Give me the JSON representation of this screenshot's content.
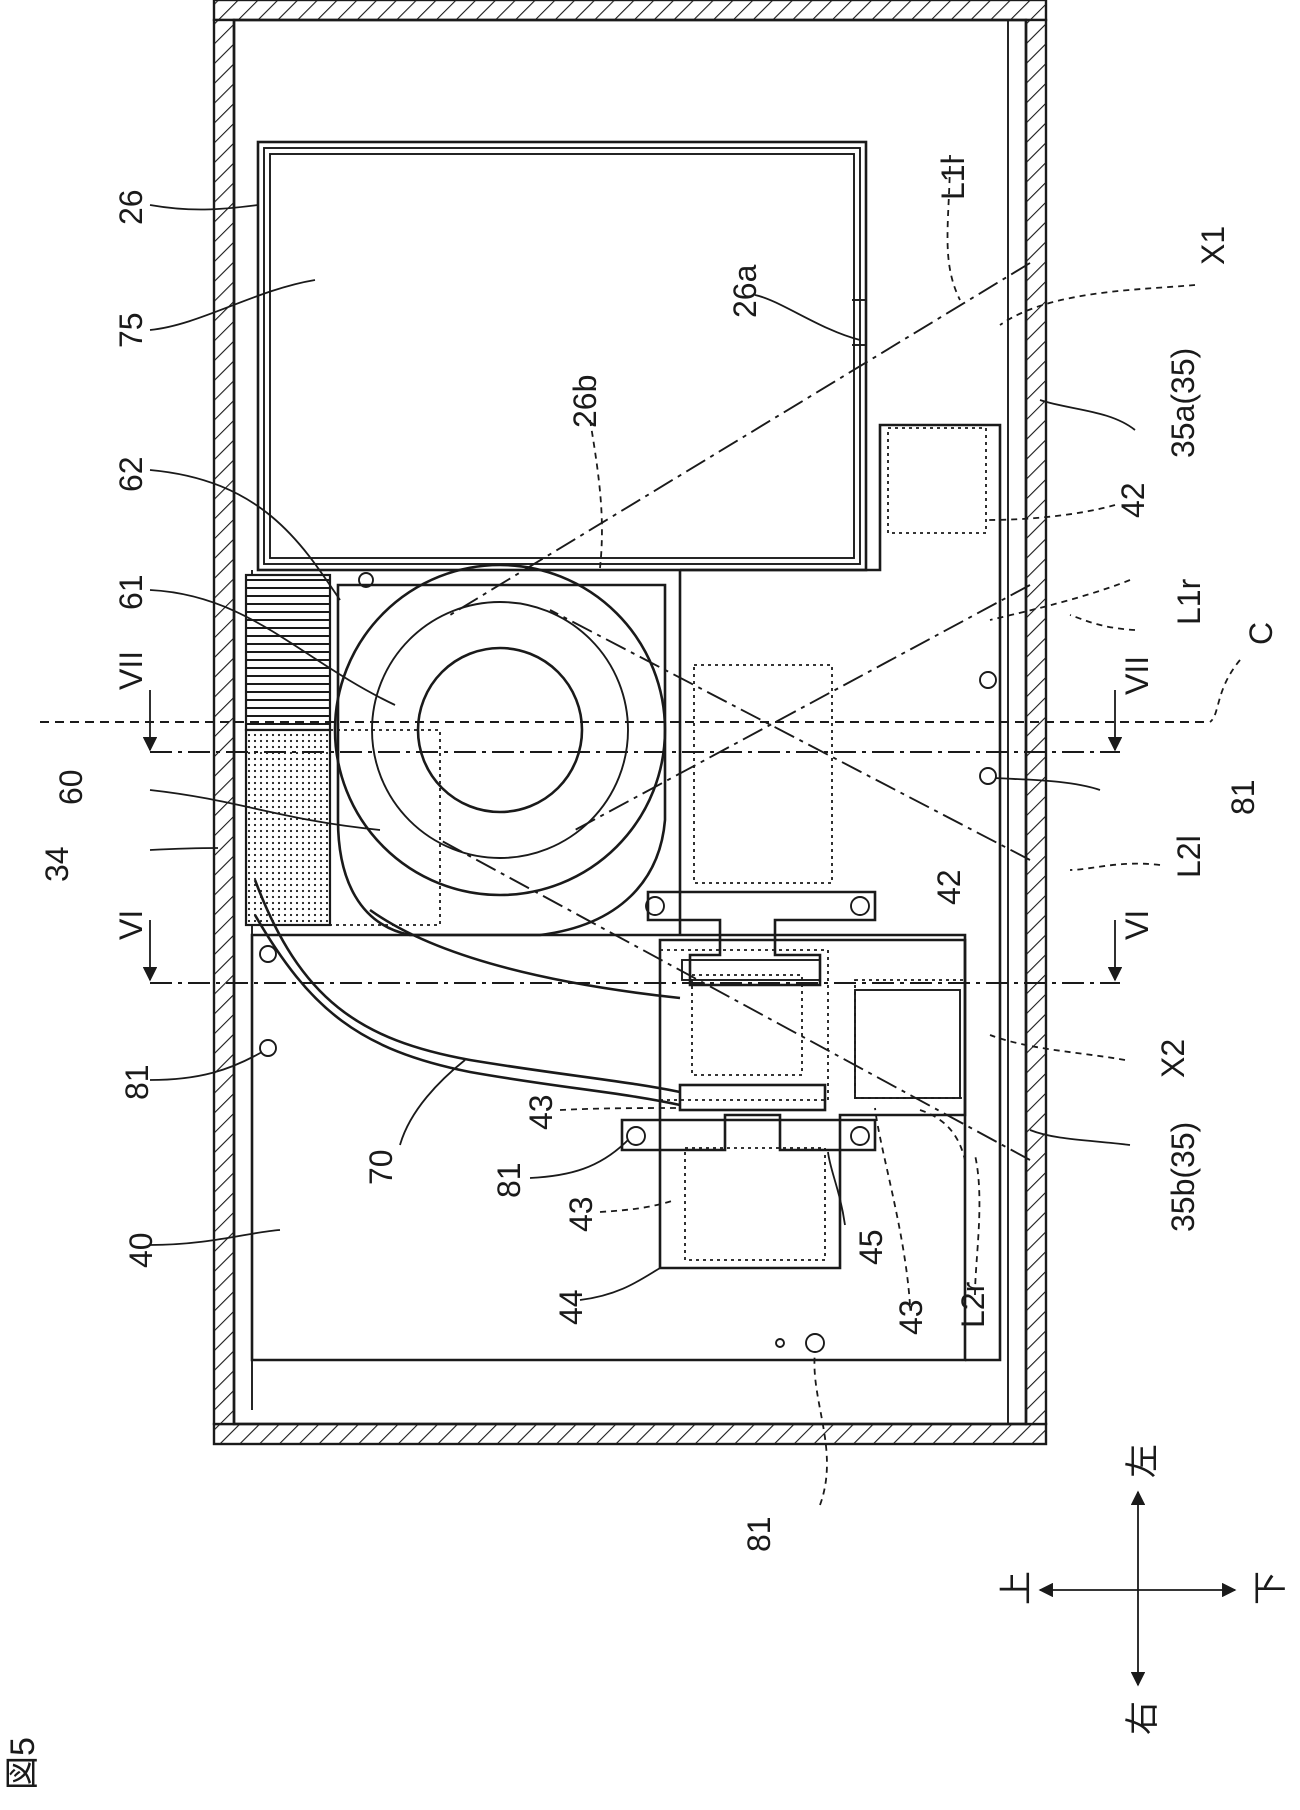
{
  "figure_label": "図5",
  "labels": {
    "l26": "26",
    "l75": "75",
    "l62": "62",
    "l61": "61",
    "l60": "60",
    "l34": "34",
    "l81a": "81",
    "l70": "70",
    "l40": "40",
    "l43a": "43",
    "l81b": "81",
    "l43b": "43",
    "l44": "44",
    "l45": "45",
    "l43c": "43",
    "l26b": "26b",
    "l26a": "26a",
    "l81c": "81",
    "l42a": "42",
    "l42b": "42",
    "l35a": "35a(35)",
    "l35b": "35b(35)",
    "lX1": "X1",
    "lX2": "X2",
    "lL1l": "L1l",
    "lL1r": "L1r",
    "lL2l": "L2l",
    "lL2r": "L2r",
    "lC": "C",
    "l81d": "81",
    "lVIIa": "VII",
    "lVIIb": "VII",
    "lVIa": "VI",
    "lVIb": "VI"
  },
  "directions": {
    "up": "上",
    "down": "下",
    "left": "左",
    "right": "右"
  }
}
